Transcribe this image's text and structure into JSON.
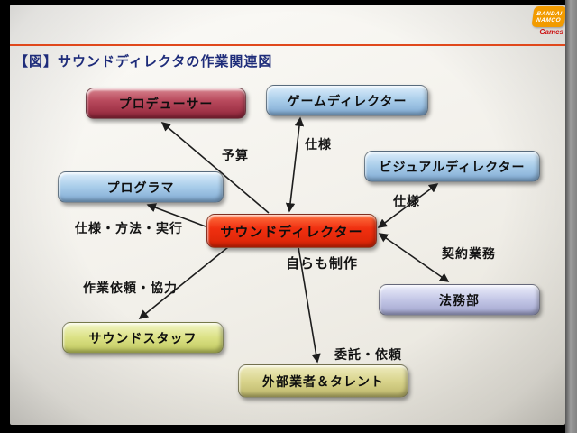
{
  "title": "【図】サウンドディレクタの作業関連図",
  "logo": {
    "line1": "BANDAI",
    "line2": "NAMCO",
    "sub": "Games"
  },
  "boxes": {
    "producer": {
      "label": "プロデューサー"
    },
    "game_director": {
      "label": "ゲームディレクター"
    },
    "visual_director": {
      "label": "ビジュアルディレクター"
    },
    "programmer": {
      "label": "プログラマ"
    },
    "sound_director": {
      "label": "サウンドディレクター"
    },
    "legal": {
      "label": "法務部"
    },
    "sound_staff": {
      "label": "サウンドスタッフ"
    },
    "external": {
      "label": "外部業者＆タレント"
    }
  },
  "edges": [
    {
      "from": "sound_director",
      "to": "producer",
      "label": "予算",
      "heads": "end"
    },
    {
      "from": "sound_director",
      "to": "game_director",
      "label": "仕様",
      "heads": "both"
    },
    {
      "from": "sound_director",
      "to": "visual_director",
      "label": "仕様",
      "heads": "both"
    },
    {
      "from": "sound_director",
      "to": "programmer",
      "label": "仕様・方法・実行",
      "heads": "end"
    },
    {
      "from": "legal",
      "to": "sound_director",
      "label": "契約業務",
      "heads": "both"
    },
    {
      "from": "sound_director",
      "to": "sound_staff",
      "label": "作業依頼・協力",
      "heads": "end"
    },
    {
      "from": "sound_director",
      "to": "external",
      "label": "委託・依頼",
      "heads": "end"
    }
  ],
  "annotations": {
    "self_produce": "自らも制作"
  },
  "colors": {
    "title_text": "#1e2c7a",
    "header_rule": "#e0481c",
    "producer_box": "#b8495c",
    "director_blue_box": "#a9cdea",
    "sound_director_box": "#f03010",
    "legal_box": "#c3c6e6",
    "staff_box": "#dbe184",
    "external_box": "#d9d48c",
    "logo_orange": "#f29b00",
    "logo_games_red": "#cc1212"
  }
}
